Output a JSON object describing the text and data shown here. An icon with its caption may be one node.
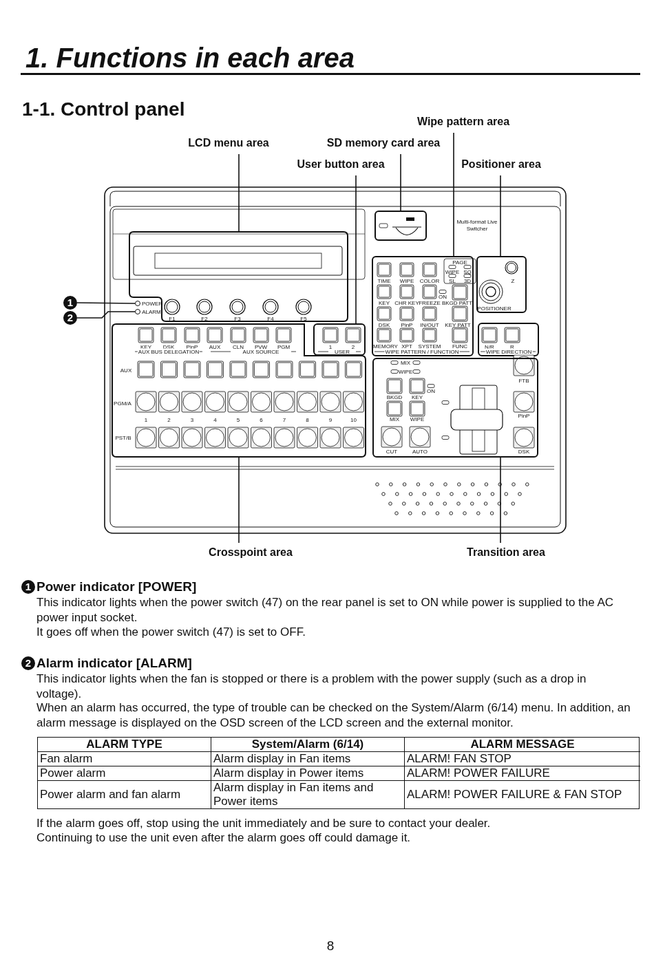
{
  "diagram": {
    "title": "1. Functions in each area",
    "nodes": [
      {
        "text": [
          "LCD menu area"
        ]
      },
      {
        "text": [
          "SD memory card area"
        ]
      },
      {
        "text": [
          "Wipe pattern area"
        ]
      },
      {
        "text": [
          "User button area"
        ]
      },
      {
        "text": [
          "Positioner area"
        ]
      },
      {
        "text": [
          "Crosspoint area"
        ]
      },
      {
        "text": [
          "Transition area"
        ]
      },
      {
        "text": [
          "1"
        ]
      },
      {
        "text": [
          "2"
        ]
      },
      {
        "text": [],
        "shape": "box"
      },
      {
        "text": [],
        "shape": "box"
      },
      {
        "text": [],
        "shape": "box"
      },
      {
        "text": [],
        "shape": "box"
      },
      {
        "text": [],
        "shape": "box"
      },
      {
        "text": [],
        "shape": "box"
      },
      {
        "text": [],
        "shape": "box"
      },
      {
        "text": [],
        "shape": "circle"
      },
      {
        "text": [],
        "shape": "circle"
      },
      {
        "text": [
          "1"
        ]
      },
      {
        "text": [
          "2"
        ]
      }
    ],
    "edges": [
      {
        "from": 0,
        "to": 9,
        "arrow": "none"
      },
      {
        "from": 1,
        "to": 10,
        "arrow": "none"
      },
      {
        "from": 2,
        "to": 11,
        "arrow": "none"
      },
      {
        "from": 3,
        "to": 12,
        "arrow": "none"
      },
      {
        "from": 4,
        "to": 13,
        "arrow": "none"
      },
      {
        "from": 5,
        "to": 14,
        "arrow": "none"
      },
      {
        "from": 6,
        "to": 15,
        "arrow": "none"
      },
      {
        "from": 7,
        "to": 16,
        "arrow": "none"
      },
      {
        "from": 8,
        "to": 17,
        "arrow": "none"
      }
    ],
    "labels": [
      "1-1. Control panel",
      "Multi-format Live Switcher",
      "PAGE",
      "WIPE",
      "SQ",
      "TIME",
      "WIPE",
      "COLOR",
      "SL",
      "3D",
      "Z",
      "ON",
      "POWER",
      "KEY",
      "CHR KEY",
      "FREEZE",
      "BKGD PATT",
      "POSITIONER",
      "ALARM",
      "F1",
      "F2",
      "F3",
      "F4",
      "F5",
      "DSK",
      "PinP",
      "IN/OUT",
      "KEY PATT",
      "KEY",
      "DSK",
      "PinP",
      "AUX",
      "CLN",
      "PVW",
      "PGM",
      "1",
      "2",
      "MEMORY",
      "XPT",
      "SYSTEM",
      "FUNC",
      "N/R",
      "R",
      "AUX BUS DELEGATION",
      "AUX SOURCE",
      "USER",
      "WIPE PATTERN / FUNCTION",
      "WIPE DIRECTION",
      "MIX",
      "AUX",
      "WIPE",
      "FTB",
      "ON",
      "BKGD",
      "KEY",
      "PGM/A",
      "PinP",
      "1",
      "2",
      "3",
      "4",
      "5",
      "6",
      "7",
      "8",
      "9",
      "10",
      "MIX",
      "WIPE",
      "PST/B",
      "CUT",
      "AUTO",
      "DSK",
      "Power indicator [POWER]",
      "This indicator lights when the power switch (47) on the rear panel is set to ON while power is supplied to the AC power input socket.",
      "It goes off when the power switch (47) is set to OFF.",
      "Alarm indicator [ALARM]",
      "This indicator lights when the fan is stopped or there is a problem with the power supply (such as a drop in voltage).",
      "When an alarm has occurred, the type of trouble can be checked on the System/Alarm (6/14) menu. In addition, an alarm message is displayed on the OSD screen of the LCD screen and the external monitor.",
      "ALARM TYPE",
      "System/Alarm (6/14)",
      "ALARM MESSAGE",
      "Fan alarm",
      "Alarm display in Fan items",
      "ALARM! FAN STOP",
      "Power alarm",
      "Alarm display in Power items",
      "ALARM! POWER FAILURE",
      "Power alarm and fan alarm",
      "Alarm display in Fan items and Power items",
      "ALARM! POWER FAILURE & FAN STOP",
      "If the alarm goes off, stop using the unit immediately and be sure to contact your dealer.",
      "Continuing to use the unit even after the alarm goes off could damage it.",
      "8"
    ]
  }
}
